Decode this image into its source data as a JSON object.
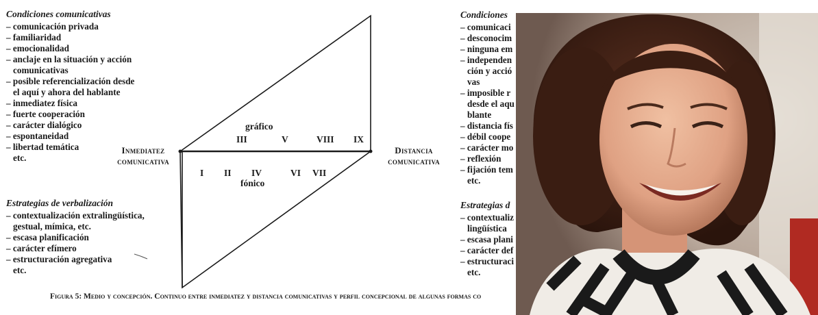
{
  "left_top": {
    "heading": "Condiciones comunicativas",
    "items": [
      "– comunicación privada",
      "– familiaridad",
      "– emocionalidad",
      "– anclaje en la situación y acción",
      "  comunicativas",
      "– posible referencialización desde",
      "  el aquí y ahora del hablante",
      "– inmediatez física",
      "– fuerte cooperación",
      "– carácter dialógico",
      "– espontaneidad",
      "– libertad temática",
      "  etc."
    ]
  },
  "left_bottom": {
    "heading": "Estrategias de verbalización",
    "items": [
      "– contextualización extralingüística,",
      "  gestual, mímica, etc.",
      "– escasa planificación",
      "– carácter efímero",
      "– estructuración agregativa",
      "  etc."
    ]
  },
  "right_top": {
    "heading": "Condiciones",
    "items": [
      "– comunicaci",
      "– desconocim",
      "– ninguna em",
      "– independen",
      "  ción y acció",
      "  vas",
      "– imposible r",
      "  desde el aqu",
      "  blante",
      "– distancia fís",
      "– débil coope",
      "– carácter mo",
      "– reflexión",
      "– fijación tem",
      "  etc."
    ]
  },
  "right_bottom": {
    "heading": "Estrategias d",
    "items": [
      "– contextualiz",
      "  lingüística",
      "– escasa plani",
      "– carácter def",
      "– estructuraci",
      "  etc."
    ]
  },
  "diagram": {
    "left_label_1": "Inmediatez",
    "left_label_2": "comunicativa",
    "right_label_1": "Distancia",
    "right_label_2": "comunicativa",
    "upper_label": "gráfico",
    "lower_label": "fónico",
    "upper_numerals": [
      "III",
      "V",
      "VIII",
      "IX"
    ],
    "lower_numerals": [
      "I",
      "II",
      "IV",
      "VI",
      "VII"
    ]
  },
  "caption": "Figura 5: Medio y concepción. Continuo entre inmediatez y distancia comunicativas y perfil concepcional de algunas formas co"
}
